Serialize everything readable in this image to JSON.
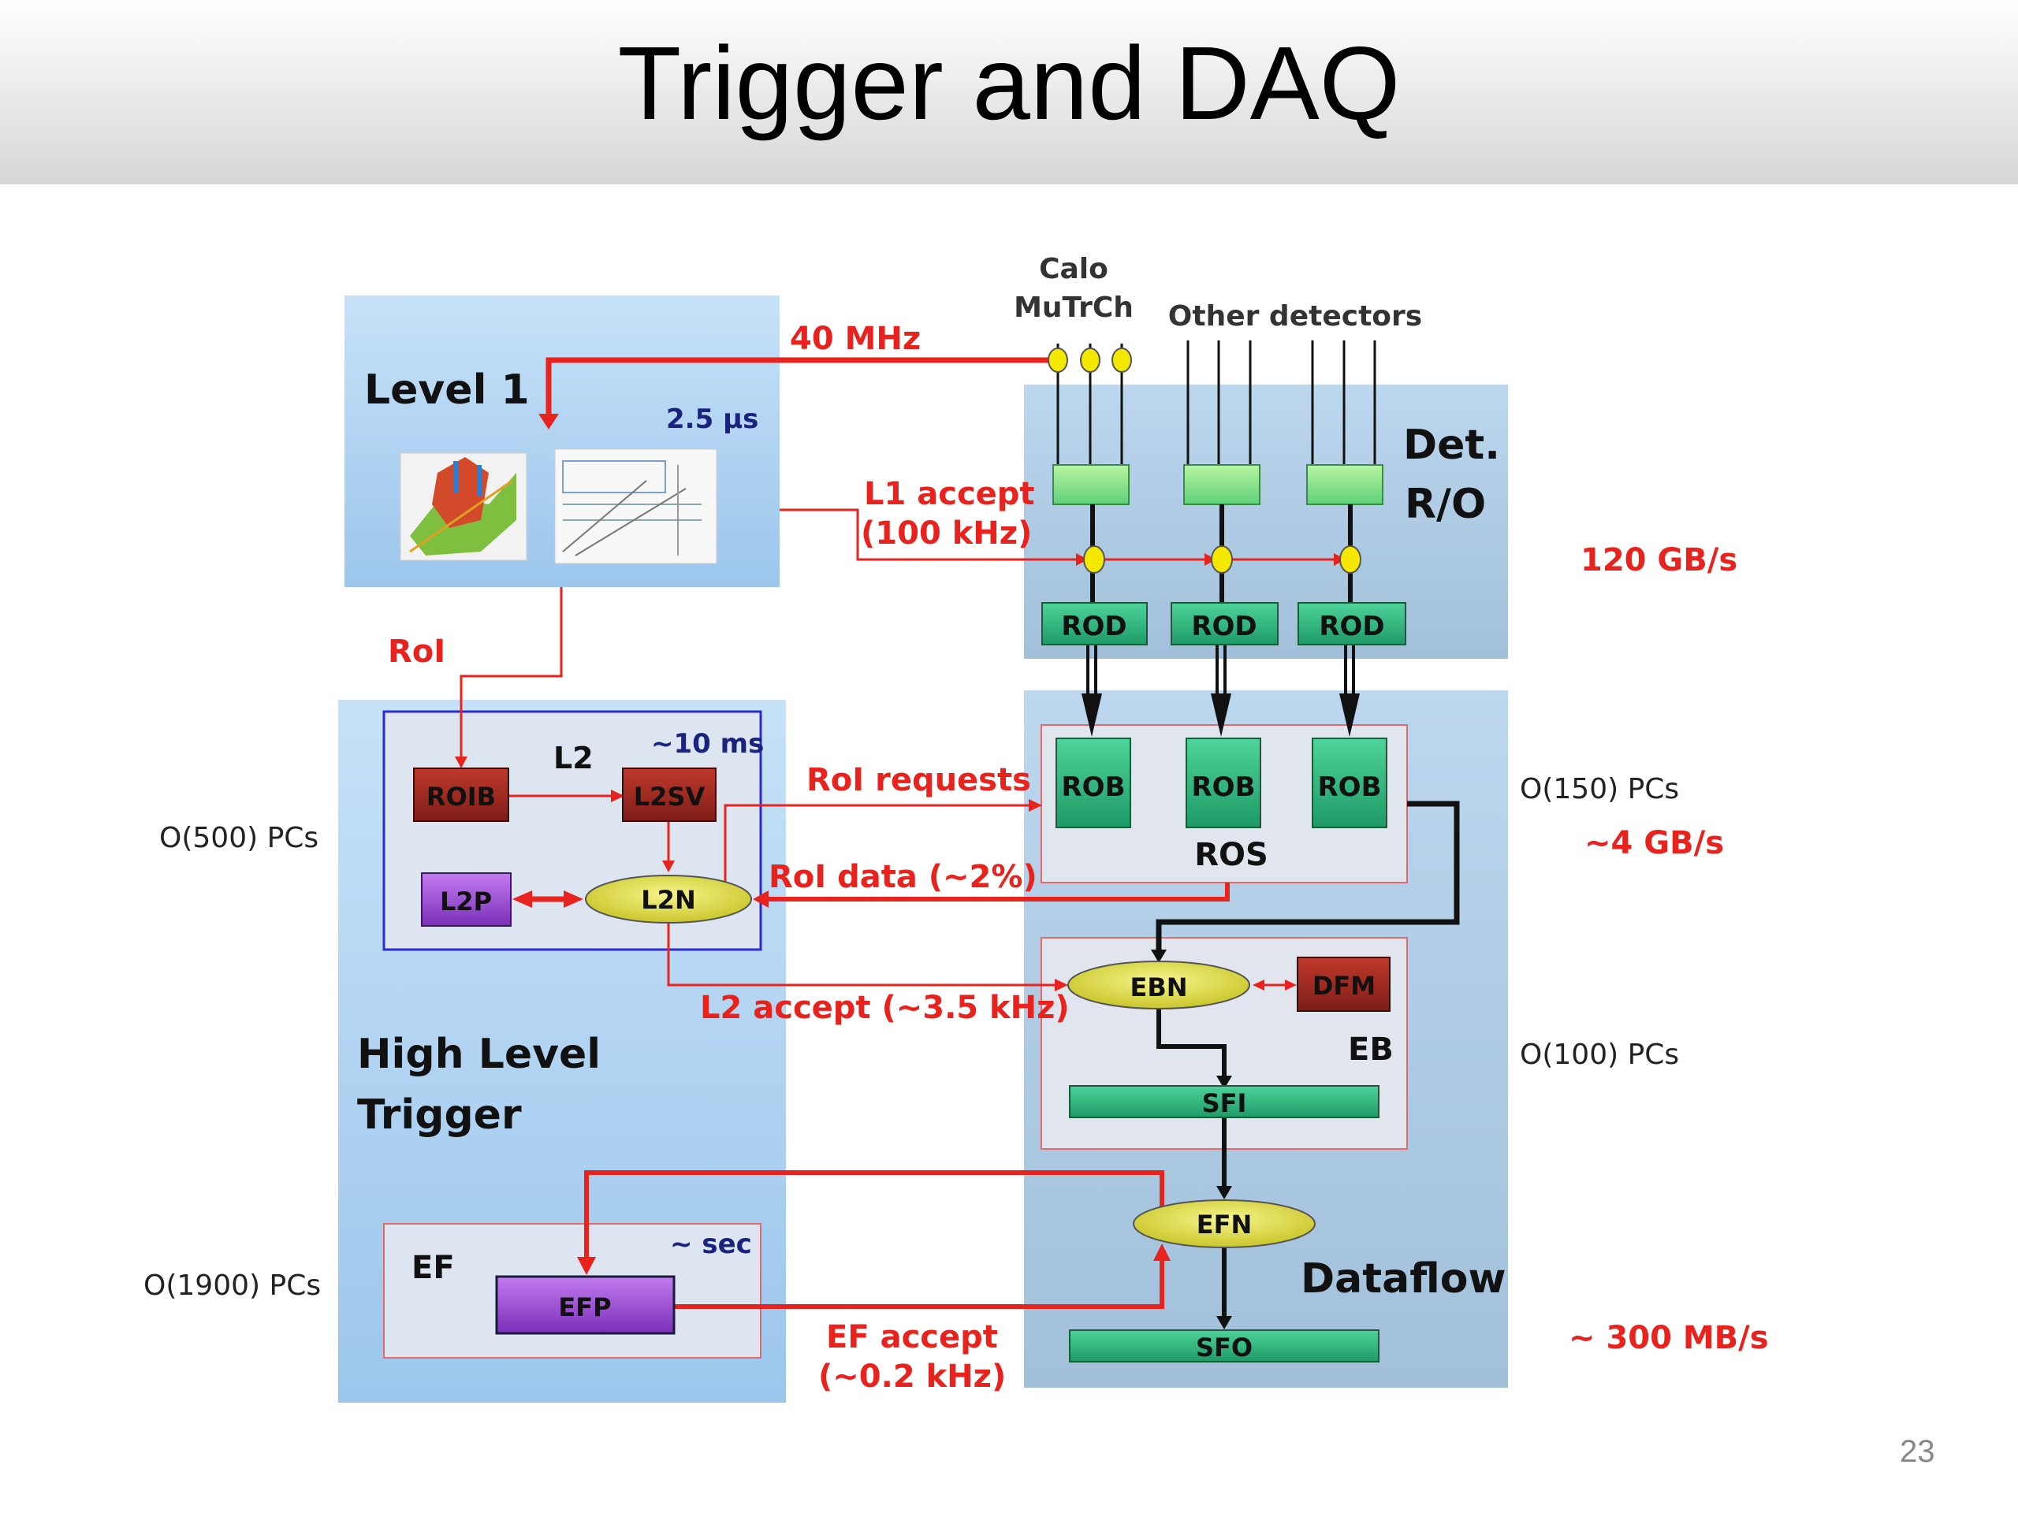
{
  "slide": {
    "title": "Trigger and DAQ",
    "page_number": "23"
  },
  "regions": {
    "level1": "Level 1",
    "level1_latency": "2.5 µs",
    "hlt_line1": "High Level",
    "hlt_line2": "Trigger",
    "det_ro_line1": "Det.",
    "det_ro_line2": "R/O",
    "dataflow": "Dataflow",
    "l2": "L2",
    "l2_latency": "~10 ms",
    "ef": "EF",
    "ef_latency": "~ sec",
    "ros": "ROS",
    "eb": "EB"
  },
  "detectors": {
    "calo": "Calo",
    "mutrch": "MuTrCh",
    "other": "Other detectors"
  },
  "boxes": {
    "roib": "ROIB",
    "l2sv": "L2SV",
    "l2p": "L2P",
    "l2n": "L2N",
    "rod": "ROD",
    "rob": "ROB",
    "ebn": "EBN",
    "dfm": "DFM",
    "sfi": "SFI",
    "efn": "EFN",
    "efp": "EFP",
    "sfo": "SFO"
  },
  "flow_labels": {
    "rate_40mhz": "40 MHz",
    "l1_accept_line1": "L1 accept",
    "l1_accept_line2": "(100 kHz)",
    "roi": "RoI",
    "roi_requests": "RoI requests",
    "roi_data": "RoI data (~2%)",
    "l2_accept": "L2 accept (~3.5 kHz)",
    "ef_accept_line1": "EF accept",
    "ef_accept_line2": "(~0.2 kHz)"
  },
  "side_labels": {
    "pcs_500": "O(500) PCs",
    "pcs_1900": "O(1900) PCs",
    "pcs_150": "O(150) PCs",
    "pcs_100": "O(100) PCs",
    "rate_120gb": "120 GB/s",
    "rate_4gb": "~4 GB/s",
    "rate_300mb": "~ 300 MB/s"
  },
  "colors": {
    "red_flow": "#e8231e",
    "region_blue": "#a9d0f2",
    "green_box": "#2fb07a",
    "dark_red_box": "#9b2a26",
    "purple_box": "#9b4fd6",
    "yellow_node": "#e3e14a"
  }
}
